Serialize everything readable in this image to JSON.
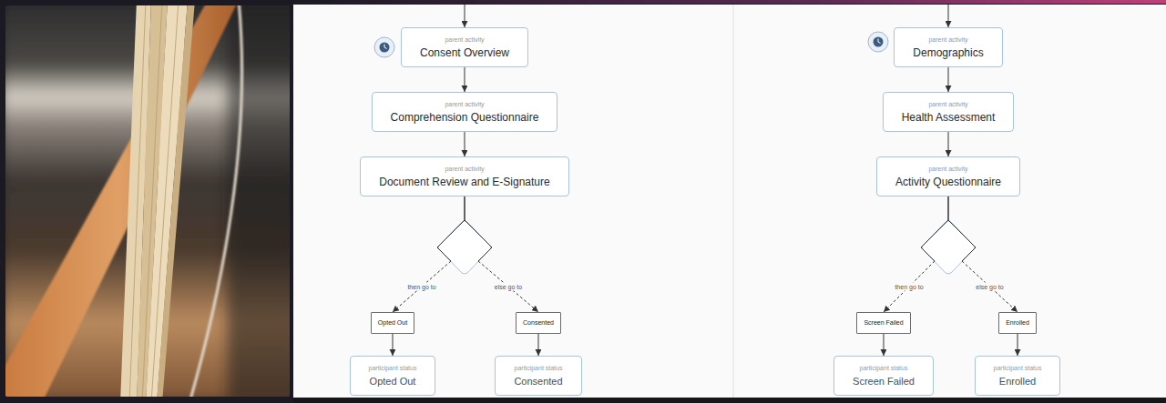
{
  "diagram": {
    "nodes": [
      {
        "text": [
          "parent activity",
          "Consent Overview"
        ]
      },
      {
        "text": [
          "parent activity",
          "Comprehension Questionnaire"
        ]
      },
      {
        "text": [
          "parent activity",
          "Document Review and E-Signature"
        ]
      },
      {
        "text": [
          "Opted Out"
        ]
      },
      {
        "text": [
          "Consented"
        ]
      },
      {
        "text": [
          "participant status",
          "Opted Out"
        ]
      },
      {
        "text": [
          "participant status",
          "Consented"
        ]
      },
      {
        "text": [
          "parent activity",
          "Demographics"
        ]
      },
      {
        "text": [
          "parent activity",
          "Health Assessment"
        ]
      },
      {
        "text": [
          "parent activity",
          "Activity Questionnaire"
        ]
      },
      {
        "text": [
          "Screen Failed"
        ]
      },
      {
        "text": [
          "Enrolled"
        ]
      },
      {
        "text": [
          "participant status",
          "Screen Failed"
        ]
      },
      {
        "text": [
          "participant status",
          "Enrolled"
        ]
      }
    ],
    "edges": [
      {
        "from": 0,
        "to": 1,
        "arrow": "to"
      },
      {
        "from": 1,
        "to": 2,
        "arrow": "to"
      },
      {
        "from": 2,
        "to": 3,
        "label": "then go to",
        "arrow": "to"
      },
      {
        "from": 2,
        "to": 4,
        "label": "else go to",
        "arrow": "to"
      },
      {
        "from": 3,
        "to": 5,
        "arrow": "to"
      },
      {
        "from": 4,
        "to": 6,
        "arrow": "to"
      },
      {
        "from": 7,
        "to": 8,
        "arrow": "to"
      },
      {
        "from": 8,
        "to": 9,
        "arrow": "to"
      },
      {
        "from": 9,
        "to": 10,
        "label": "then go to",
        "arrow": "to"
      },
      {
        "from": 9,
        "to": 11,
        "label": "else go to",
        "arrow": "to"
      },
      {
        "from": 10,
        "to": 12,
        "arrow": "to"
      },
      {
        "from": 11,
        "to": 13,
        "arrow": "to"
      }
    ]
  }
}
